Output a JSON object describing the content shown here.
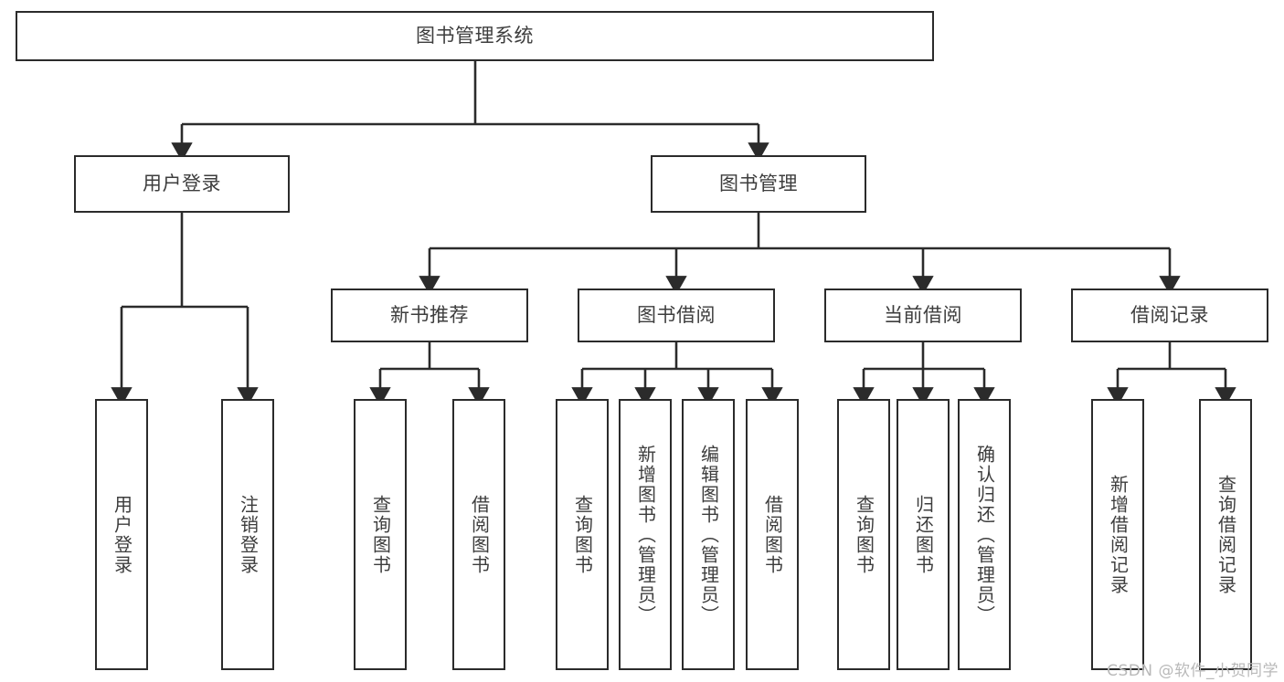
{
  "diagram": {
    "type": "tree-hierarchy",
    "title": "图书管理系统",
    "watermark": "CSDN @软件_小贺同学",
    "colors": {
      "border": "#2b2b2b",
      "text": "#3d3d3d",
      "background": "#ffffff",
      "edge": "#2b2b2b",
      "watermark": "#b9b9b9"
    },
    "root": {
      "label": "图书管理系统"
    },
    "level2": [
      {
        "id": "user-login",
        "label": "用户登录"
      },
      {
        "id": "book-manage",
        "label": "图书管理"
      }
    ],
    "level3": [
      {
        "id": "new-book-recommend",
        "label": "新书推荐"
      },
      {
        "id": "book-borrow",
        "label": "图书借阅"
      },
      {
        "id": "current-borrow",
        "label": "当前借阅"
      },
      {
        "id": "borrow-record",
        "label": "借阅记录"
      }
    ],
    "leaves": {
      "user_login": [
        {
          "id": "leaf-user-login",
          "label": "用户登录"
        },
        {
          "id": "leaf-logout-login",
          "label": "注销登录"
        }
      ],
      "new_book_recommend": [
        {
          "id": "leaf-query-book-1",
          "label": "查询图书"
        },
        {
          "id": "leaf-borrow-book-1",
          "label": "借阅图书"
        }
      ],
      "book_borrow": [
        {
          "id": "leaf-query-book-2",
          "label": "查询图书"
        },
        {
          "id": "leaf-add-book",
          "label": "新增图书（管理员）"
        },
        {
          "id": "leaf-edit-book",
          "label": "编辑图书（管理员）"
        },
        {
          "id": "leaf-borrow-book-2",
          "label": "借阅图书"
        }
      ],
      "current_borrow": [
        {
          "id": "leaf-query-book-3",
          "label": "查询图书"
        },
        {
          "id": "leaf-return-book",
          "label": "归还图书"
        },
        {
          "id": "leaf-confirm-return",
          "label": "确认归还（管理员）"
        }
      ],
      "borrow_record": [
        {
          "id": "leaf-add-record",
          "label": "新增借阅记录"
        },
        {
          "id": "leaf-query-record",
          "label": "查询借阅记录"
        }
      ]
    }
  }
}
